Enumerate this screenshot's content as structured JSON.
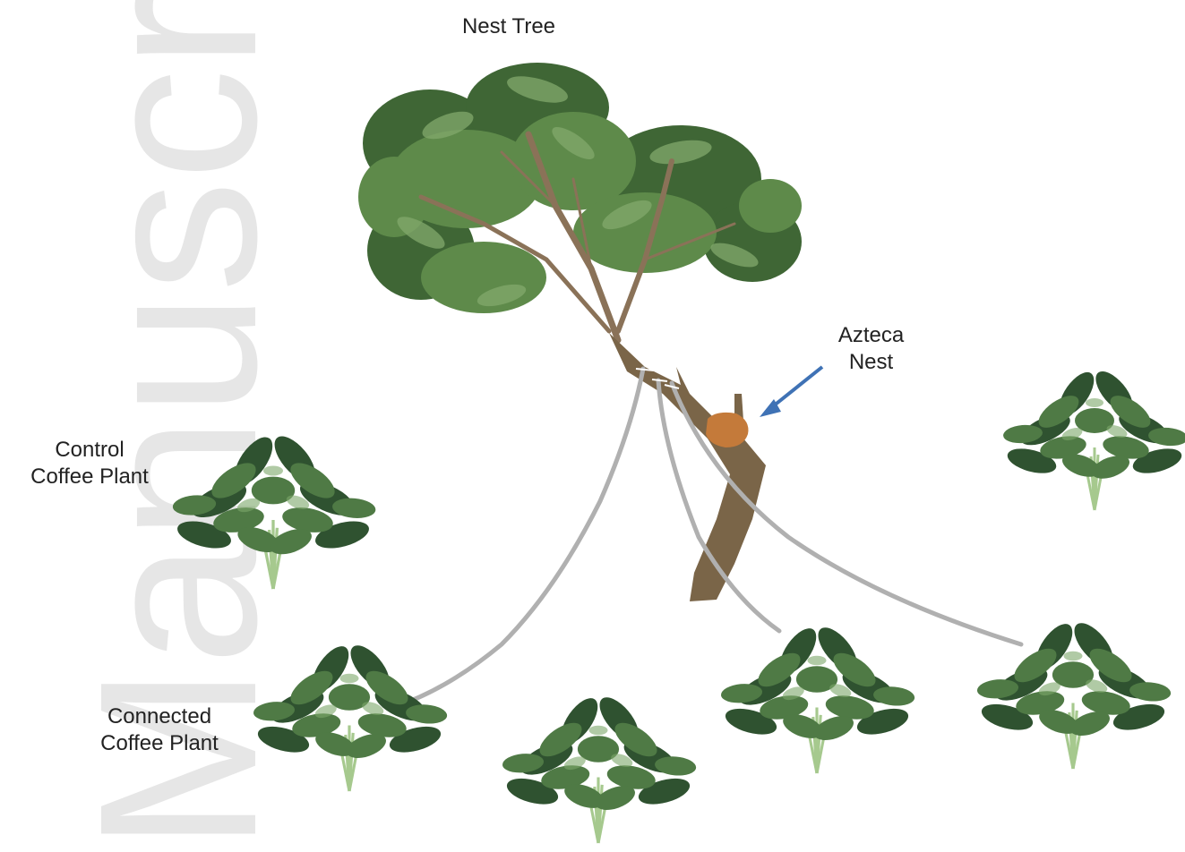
{
  "labels": {
    "nest_tree": "Nest Tree",
    "azteca_nest_line1": "Azteca",
    "azteca_nest_line2": "Nest",
    "control_line1": "Control",
    "control_line2": "Coffee Plant",
    "connected_line1": "Connected",
    "connected_line2": "Coffee Plant"
  },
  "watermark": "Manuscript",
  "colors": {
    "foliage": "#5e8a4a",
    "foliage_dark": "#3f6635",
    "coffee_leaf": "#4f7a45",
    "coffee_leaf_dark": "#2f5230",
    "coffee_stem": "#a6c98e",
    "branch": "#8a7258",
    "trunk": "#7a6548",
    "connector": "#b0b0b0",
    "nest": "#c47a3a",
    "arrow": "#3f72b5"
  },
  "icons": {
    "tree": "tree-icon",
    "plant": "coffee-plant-icon",
    "arrow": "arrow-icon"
  }
}
